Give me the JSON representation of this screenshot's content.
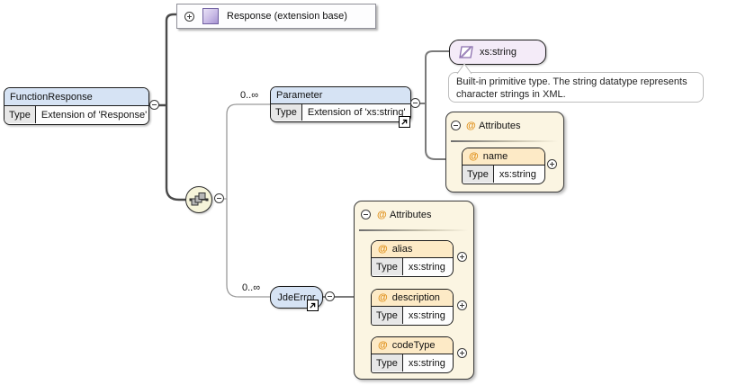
{
  "diagram_title": "FunctionResponse XML schema diagram",
  "colors": {
    "element_header": "#d6e3f4",
    "attribute_header": "#fdeac6",
    "attributes_container": "#fbf5e2",
    "simple_type_pill": "#f4ebf8",
    "at_symbol_accent": "#e0901a",
    "connector_dark": "#4a4a4a",
    "connector_light": "#9a9a9a"
  },
  "icons": {
    "plus-icon": "circled plus (expand)",
    "minus-icon": "circled minus (collapse)",
    "sequence-icon": "diagonal gray squares on a line (xs:sequence compositor)",
    "complex-type-icon": "purple gradient square",
    "simple-type-icon": "purple parallelogram with diagonal",
    "jump-arrow-icon": "↗ in black square (go to definition)",
    "at-icon": "@"
  },
  "extension_base": {
    "label": "Response (extension base)"
  },
  "function_response": {
    "name": "FunctionResponse",
    "type_label": "Type",
    "type_value": "Extension of 'Response'"
  },
  "parameter": {
    "occurrence": "0..∞",
    "name": "Parameter",
    "type_label": "Type",
    "type_value": "Extension of 'xs:string'"
  },
  "xs_string": {
    "label": "xs:string"
  },
  "annotation": {
    "text": "Built-in primitive type. The string datatype represents character strings in XML."
  },
  "parameter_attributes": {
    "at_symbol": "@",
    "title": "Attributes",
    "items": [
      {
        "at_symbol": "@",
        "name": "name",
        "type_label": "Type",
        "type_value": "xs:string"
      }
    ]
  },
  "jde_error": {
    "occurrence": "0..∞",
    "name": "JdeError"
  },
  "jde_error_attributes": {
    "at_symbol": "@",
    "title": "Attributes",
    "items": [
      {
        "at_symbol": "@",
        "name": "alias",
        "type_label": "Type",
        "type_value": "xs:string"
      },
      {
        "at_symbol": "@",
        "name": "description",
        "type_label": "Type",
        "type_value": "xs:string"
      },
      {
        "at_symbol": "@",
        "name": "codeType",
        "type_label": "Type",
        "type_value": "xs:string"
      }
    ]
  }
}
